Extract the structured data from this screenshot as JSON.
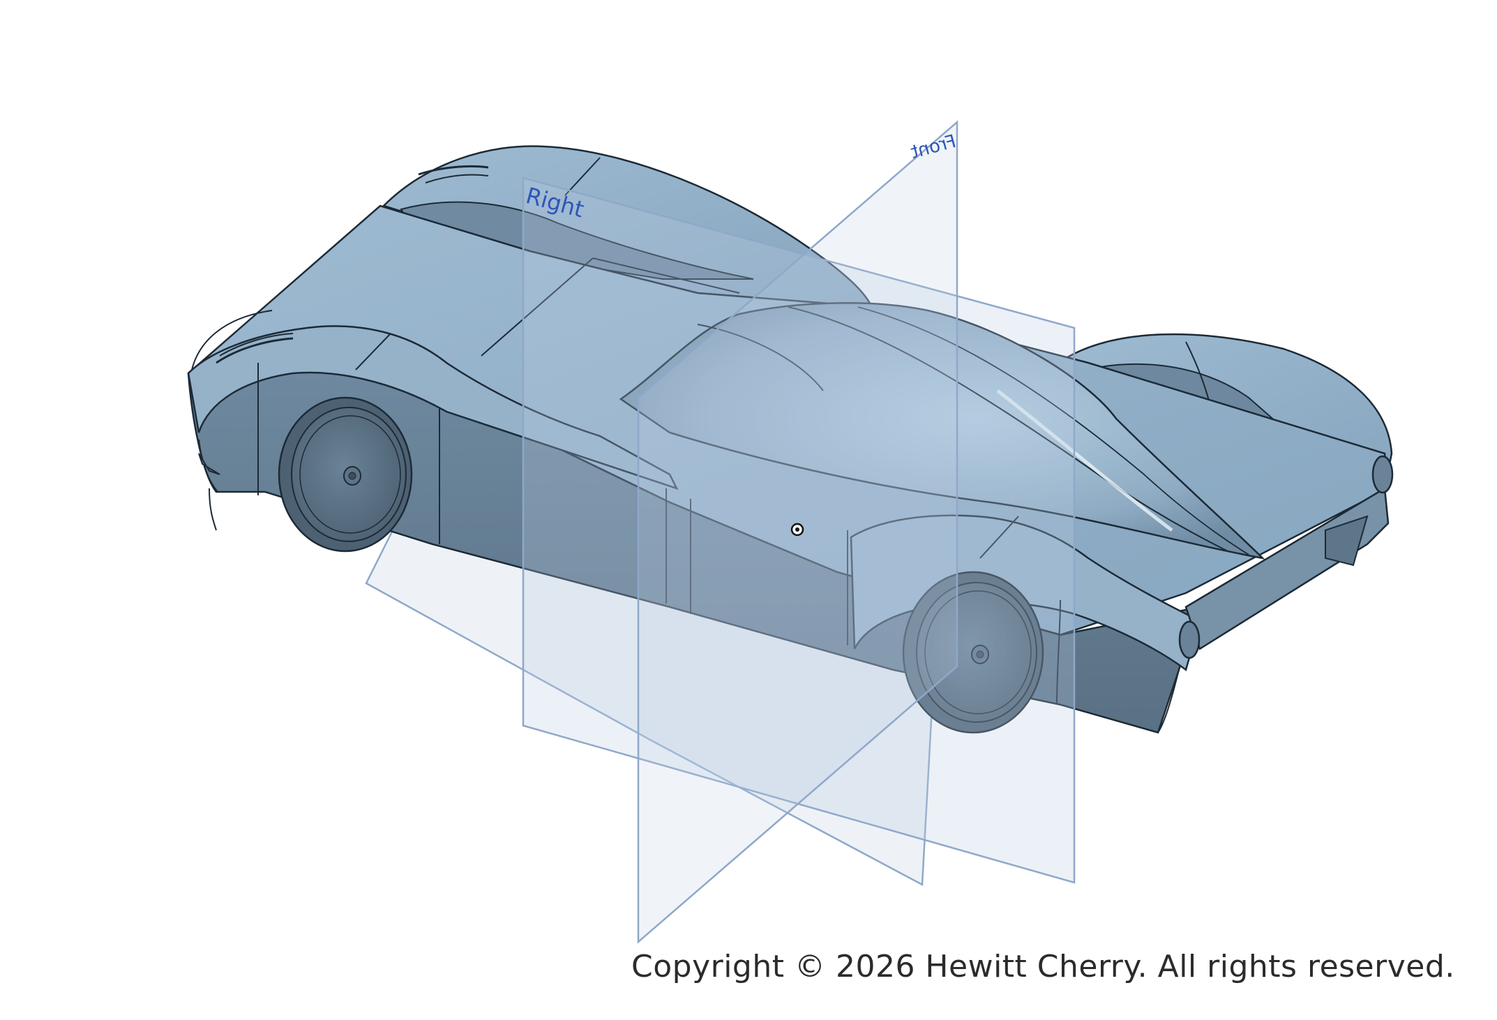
{
  "planes": {
    "right_label": "Right",
    "front_label": "Front"
  },
  "copyright": "Copyright © 2026 Hewitt Cherry. All rights reserved.",
  "colors": {
    "body": "#7f9db6",
    "body_light": "#a9c3d8",
    "body_dark": "#5b7285",
    "edge": "#1c2a36",
    "plane_fill": "#b9cde2",
    "plane_edge": "#8fa8c9"
  }
}
